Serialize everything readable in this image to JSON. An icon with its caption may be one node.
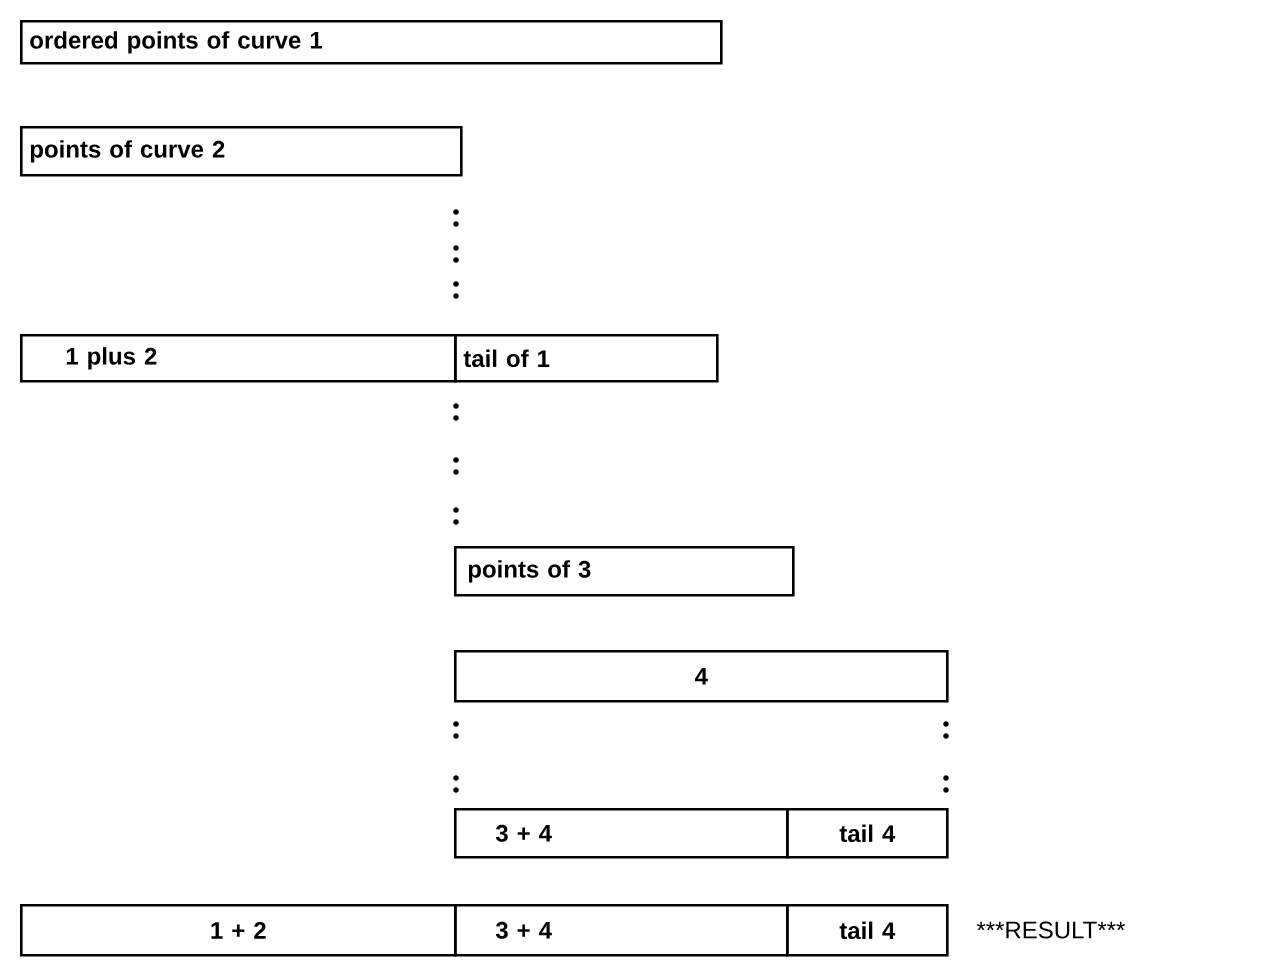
{
  "diagram": {
    "nodes": [
      {
        "text": [
          "ordered points of curve 1"
        ]
      },
      {
        "text": [
          "points of curve 2"
        ]
      },
      {
        "text": [
          "1 plus 2"
        ]
      },
      {
        "text": [
          "tail of 1"
        ]
      },
      {
        "text": [
          "points of 3"
        ]
      },
      {
        "text": [
          "4"
        ]
      },
      {
        "text": [
          "3 + 4"
        ]
      },
      {
        "text": [
          "tail 4"
        ]
      },
      {
        "text": [
          "1 + 2"
        ]
      },
      {
        "text": [
          "3 + 4"
        ]
      },
      {
        "text": [
          "tail 4"
        ]
      }
    ],
    "edges": [],
    "labels": [
      "***RESULT***"
    ]
  }
}
